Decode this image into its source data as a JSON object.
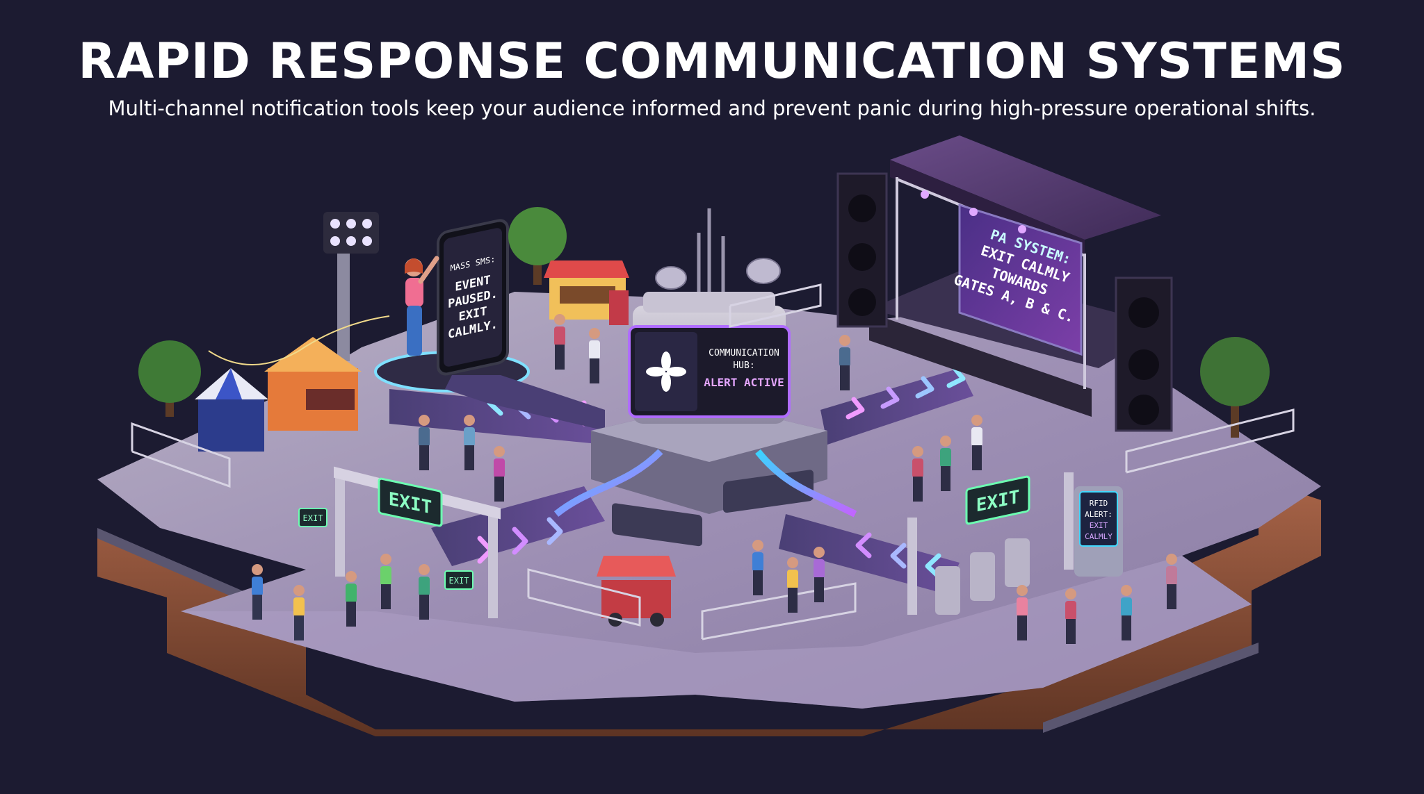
{
  "header": {
    "title": "RAPID RESPONSE COMMUNICATION SYSTEMS",
    "subtitle": "Multi-channel notification tools keep your audience informed and prevent panic during high-pressure operational shifts."
  },
  "phone": {
    "heading": "MASS SMS:",
    "line1": "EVENT",
    "line2": "PAUSED.",
    "line3": "EXIT",
    "line4": "CALMLY."
  },
  "hub": {
    "label1": "COMMUNICATION",
    "label2": "HUB:",
    "status": "ALERT ACTIVE"
  },
  "stage_screen": {
    "line1": "PA SYSTEM:",
    "line2": "EXIT CALMLY",
    "line3": "TOWARDS",
    "line4": "GATES A, B & C."
  },
  "signs": {
    "exit_left": "EXIT",
    "exit_right": "EXIT",
    "exit_small_1": "EXIT",
    "exit_small_2": "EXIT"
  },
  "kiosk": {
    "line1": "RFID",
    "line2": "ALERT:",
    "line3": "EXIT",
    "line4": "CALMLY"
  },
  "colors": {
    "background": "#1c1b31",
    "accent_purple": "#b06cff",
    "accent_cyan": "#42d9ff",
    "exit_green": "#6dffb2"
  }
}
